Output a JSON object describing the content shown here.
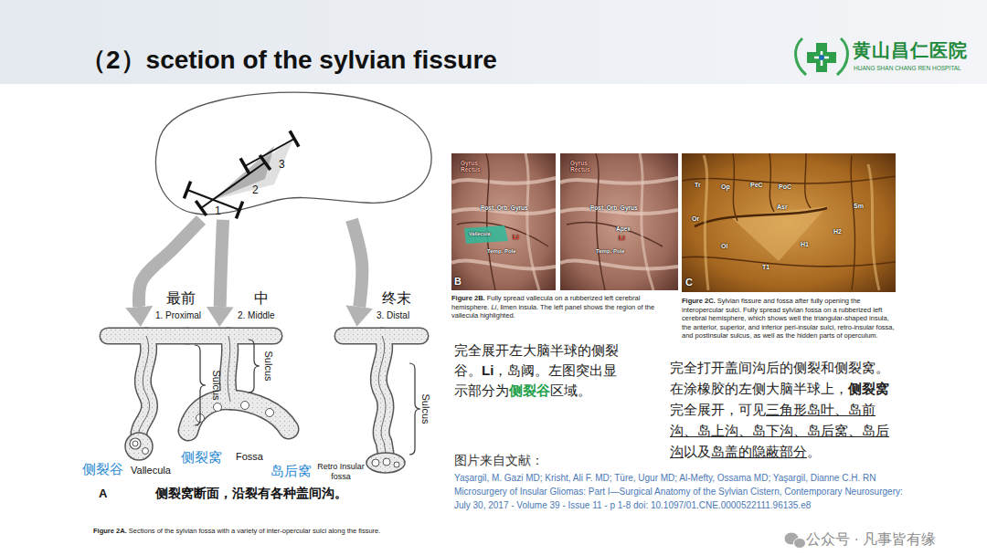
{
  "diagram": {
    "title": "（2）scetion of the sylvian fissure",
    "nodes": [
      {
        "text": [
          "1",
          "2",
          "3"
        ]
      },
      {
        "text": [
          "最前",
          "1. Proximal",
          "Sulcus",
          "侧裂谷",
          "Vallecula"
        ]
      },
      {
        "text": [
          "中",
          "2. Middle",
          "Sulcus",
          "侧裂窝",
          "Fossa"
        ]
      },
      {
        "text": [
          "终末",
          "3. Distal",
          "Sulcus",
          "岛后窝",
          "Retro Insular fossa"
        ]
      },
      {
        "text": [
          "Gyrus Rectus",
          "Post. Orb. Gyrus",
          "Vallecula",
          "Li",
          "Temp. Pole",
          "B"
        ]
      },
      {
        "text": [
          "Gyrus Rectus",
          "Post. Orb. Gyrus",
          "Apex",
          "Li",
          "Temp. Pole"
        ]
      },
      {
        "text": [
          "Tr",
          "Op",
          "PeC",
          "PoC",
          "Asr",
          "Sm",
          "Or",
          "Ol",
          "H2",
          "H1",
          "T1",
          "C"
        ]
      }
    ],
    "edges": [
      {
        "from": 0,
        "to": 1,
        "arrow": "to"
      },
      {
        "from": 0,
        "to": 2,
        "arrow": "to"
      },
      {
        "from": 0,
        "to": 3,
        "arrow": "to"
      }
    ],
    "labels": [
      "黄山昌仁医院",
      "HUANG SHAN CHANG REN HOSPITAL",
      "A",
      "侧裂窝断面，沿裂有各种盖间沟。",
      "Figure 2A.",
      "Sections of the sylvian fossa with a variety of inter-opercular sulci along the fissure.",
      "Figure 2B.",
      "Fully spread vallecula on a rubberized left cerebral hemisphere.",
      "Li",
      ", limen insula. The left panel shows the region of the vallecula highlighted.",
      "Figure 2C.",
      "Sylvian fissure and fossa after fully opening the interopercular sulci. Fully spread sylvian fossa on a rubberized left cerebral hemisphere, which shows well the triangular-shaped insula, the anterior, superior, and inferior peri-insular sulci, retro-insular fossa, and postinsular sulcus, as well as the hidden parts of operculum.",
      "完全展开左大脑半球的侧裂谷。",
      "Li",
      "，岛阈。左图突出显示部分为",
      "侧裂谷",
      "区域。",
      "完全打开盖间沟后的侧裂和侧裂窝。在涂橡胶的左侧大脑半球上，",
      "侧裂窝",
      "完全展开，可见",
      "三角形岛叶、岛前沟、岛上沟、岛下沟、岛后窝、岛后沟",
      "以及",
      "岛盖的隐蔽部分",
      "。",
      "图片来自文献：",
      "Yaşargil, M. Gazi MD; Krisht, Ali F. MD; Türe, Ugur MD; Al-Mefty, Ossama MD; Yaşargil, Dianne C.H. RN Microsurgery of Insular Gliomas: Part I—Surgical Anatomy of the Sylvian Cistern, Contemporary Neurosurgery: July 30, 2017 - Volume 39 - Issue 11 - p 1-8 doi: 10.1097/01.CNE.0000522111.96135.e8",
      "公众号 · 凡事皆有缘"
    ]
  }
}
